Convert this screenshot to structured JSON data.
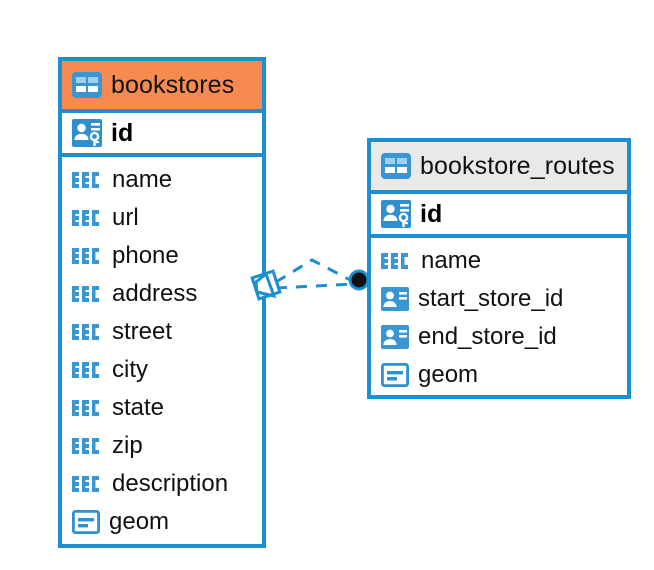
{
  "diagram": {
    "type": "entity-relationship-diagram",
    "background_color": "#ffffff",
    "accent_color": "#1d8fd1",
    "highlight_color": "#f78b4f",
    "neutral_header_color": "#e9e9e9"
  },
  "entities": [
    {
      "name": "bookstores",
      "header_icon": "table-icon",
      "header_color": "#f78b4f",
      "selected": true,
      "primary_key": {
        "label": "id",
        "icon": "primary-key-icon"
      },
      "fields": [
        {
          "label": "name",
          "icon": "abc-text-icon",
          "type": "text"
        },
        {
          "label": "url",
          "icon": "abc-text-icon",
          "type": "text"
        },
        {
          "label": "phone",
          "icon": "abc-text-icon",
          "type": "text"
        },
        {
          "label": "address",
          "icon": "abc-text-icon",
          "type": "text"
        },
        {
          "label": "street",
          "icon": "abc-text-icon",
          "type": "text"
        },
        {
          "label": "city",
          "icon": "abc-text-icon",
          "type": "text"
        },
        {
          "label": "state",
          "icon": "abc-text-icon",
          "type": "text"
        },
        {
          "label": "zip",
          "icon": "abc-text-icon",
          "type": "text"
        },
        {
          "label": "description",
          "icon": "abc-text-icon",
          "type": "text"
        },
        {
          "label": "geom",
          "icon": "geometry-icon",
          "type": "geometry"
        }
      ]
    },
    {
      "name": "bookstore_routes",
      "header_icon": "table-icon",
      "header_color": "#e9e9e9",
      "selected": false,
      "primary_key": {
        "label": "id",
        "icon": "primary-key-icon"
      },
      "fields": [
        {
          "label": "name",
          "icon": "abc-text-icon",
          "type": "text"
        },
        {
          "label": "start_store_id",
          "icon": "foreign-key-icon",
          "type": "reference"
        },
        {
          "label": "end_store_id",
          "icon": "foreign-key-icon",
          "type": "reference"
        },
        {
          "label": "geom",
          "icon": "geometry-icon",
          "type": "geometry"
        }
      ]
    }
  ],
  "relationship": {
    "style": "dashed",
    "color": "#1d8fd1",
    "source_entity": "bookstores",
    "target_entity": "bookstore_routes",
    "source_marker": "many-diamond-marker",
    "target_marker": "one-filled-dot-marker",
    "branches": 2
  }
}
